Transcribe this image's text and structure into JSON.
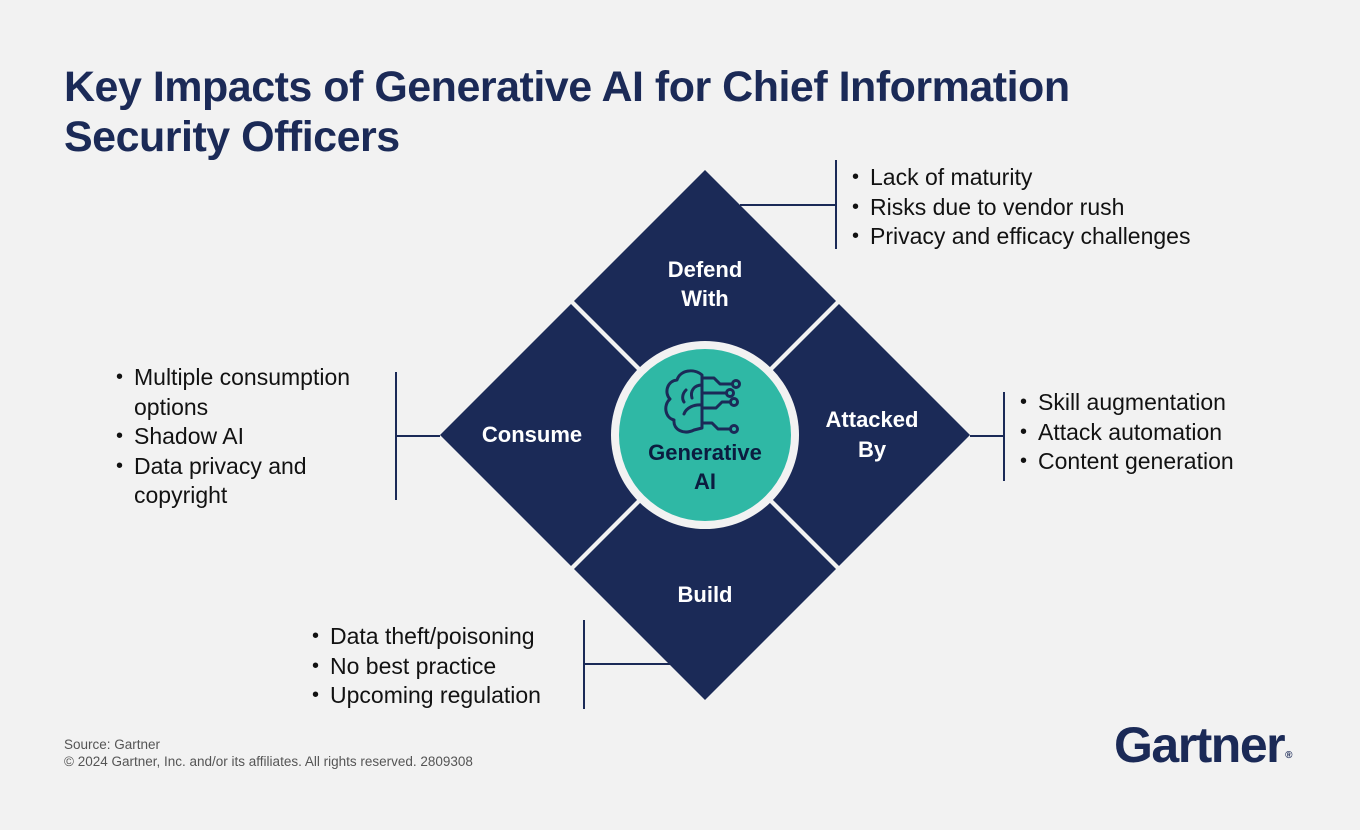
{
  "title": "Key Impacts of Generative AI for Chief Information Security Officers",
  "center": {
    "line1": "Generative",
    "line2": "AI",
    "icon": "brain-circuit-icon"
  },
  "quadrants": {
    "defend": {
      "line1": "Defend",
      "line2": "With"
    },
    "attacked": {
      "line1": "Attacked",
      "line2": "By"
    },
    "consume": {
      "line1": "Consume"
    },
    "build": {
      "line1": "Build"
    }
  },
  "bullets": {
    "defend": [
      "Lack of maturity",
      "Risks due to vendor rush",
      "Privacy and efficacy challenges"
    ],
    "attacked": [
      "Skill augmentation",
      "Attack automation",
      "Content generation"
    ],
    "consume": [
      "Multiple consumption options",
      "Shadow AI",
      "Data privacy and copyright"
    ],
    "build": [
      "Data theft/poisoning",
      "No best practice",
      "Upcoming regulation"
    ]
  },
  "footer": {
    "source": "Source: Gartner",
    "copyright": "© 2024 Gartner, Inc. and/or its affiliates. All rights reserved. 2809308"
  },
  "logo": {
    "text": "Gartner",
    "mark": "®"
  },
  "colors": {
    "navy": "#1b2a57",
    "teal": "#2fb8a5",
    "background": "#f2f2f2"
  }
}
